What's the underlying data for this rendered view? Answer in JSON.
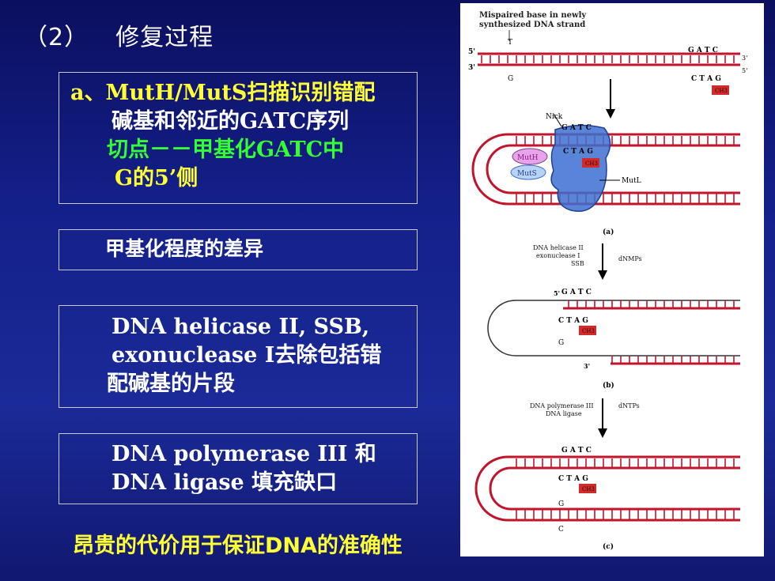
{
  "title": {
    "number": "（2）",
    "text": "修复过程"
  },
  "box1": {
    "line1": "a、MutH/MutS扫描识别错配",
    "line2": "碱基和邻近的GATC序列",
    "line3": "切点－－甲基化GATC中",
    "line4": "G的5’侧"
  },
  "box2": {
    "text": "甲基化程度的差异"
  },
  "box3": {
    "line1": "DNA helicase II, SSB,",
    "line2": "exonuclease I去除包括错",
    "line3": "配碱基的片段"
  },
  "box4": {
    "line1": "DNA polymerase III 和",
    "line2": "DNA ligase 填充缺口"
  },
  "bottom": "昂贵的代价用于保证DNA的准确性",
  "figure": {
    "header1": "Mispaired base in newly",
    "header2": "synthesized DNA strand",
    "five_prime": "5'",
    "three_prime": "3'",
    "base_t": "T",
    "base_g": "G",
    "base_c": "C",
    "gatc": "G A T C",
    "ctag": "C T A G",
    "ch3": "CH3",
    "nick": "Nick",
    "muth": "MutH",
    "muts": "MutS",
    "mutl": "MutL",
    "label_a": "(a)",
    "label_b": "(b)",
    "label_c": "(c)",
    "helicase1": "DNA helicase II",
    "helicase2": "exonuclease I",
    "helicase3": "SSB",
    "dnmps": "dNMPs",
    "pol1": "DNA polymerase III",
    "pol2": "DNA ligase",
    "dntps": "dNTPs"
  },
  "colors": {
    "background": "#14208a",
    "yellow": "#ffff33",
    "green": "#33ff33",
    "strand": "#c0152b",
    "ch3": "#d42a2a",
    "enzyme": "#3d6fd0"
  }
}
